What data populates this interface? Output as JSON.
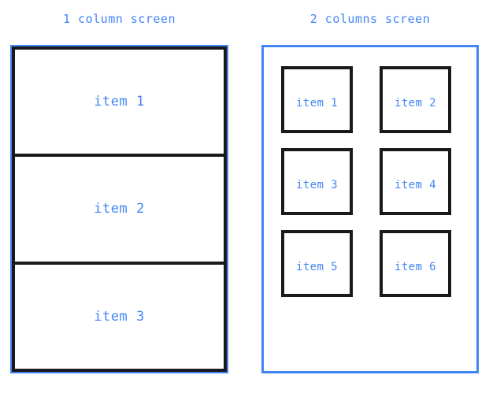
{
  "colors": {
    "accent_blue": "#4285f4",
    "item_border": "#1a1a1a",
    "background": "#ffffff"
  },
  "panels": [
    {
      "id": "one-column",
      "title": "1 column screen",
      "layout": "single-column-stack",
      "items": [
        {
          "label": "item 1"
        },
        {
          "label": "item 2"
        },
        {
          "label": "item 3"
        }
      ]
    },
    {
      "id": "two-columns",
      "title": "2 columns screen",
      "layout": "two-column-grid",
      "items": [
        {
          "label": "item 1"
        },
        {
          "label": "item 2"
        },
        {
          "label": "item 3"
        },
        {
          "label": "item 4"
        },
        {
          "label": "item 5"
        },
        {
          "label": "item 6"
        }
      ]
    }
  ]
}
